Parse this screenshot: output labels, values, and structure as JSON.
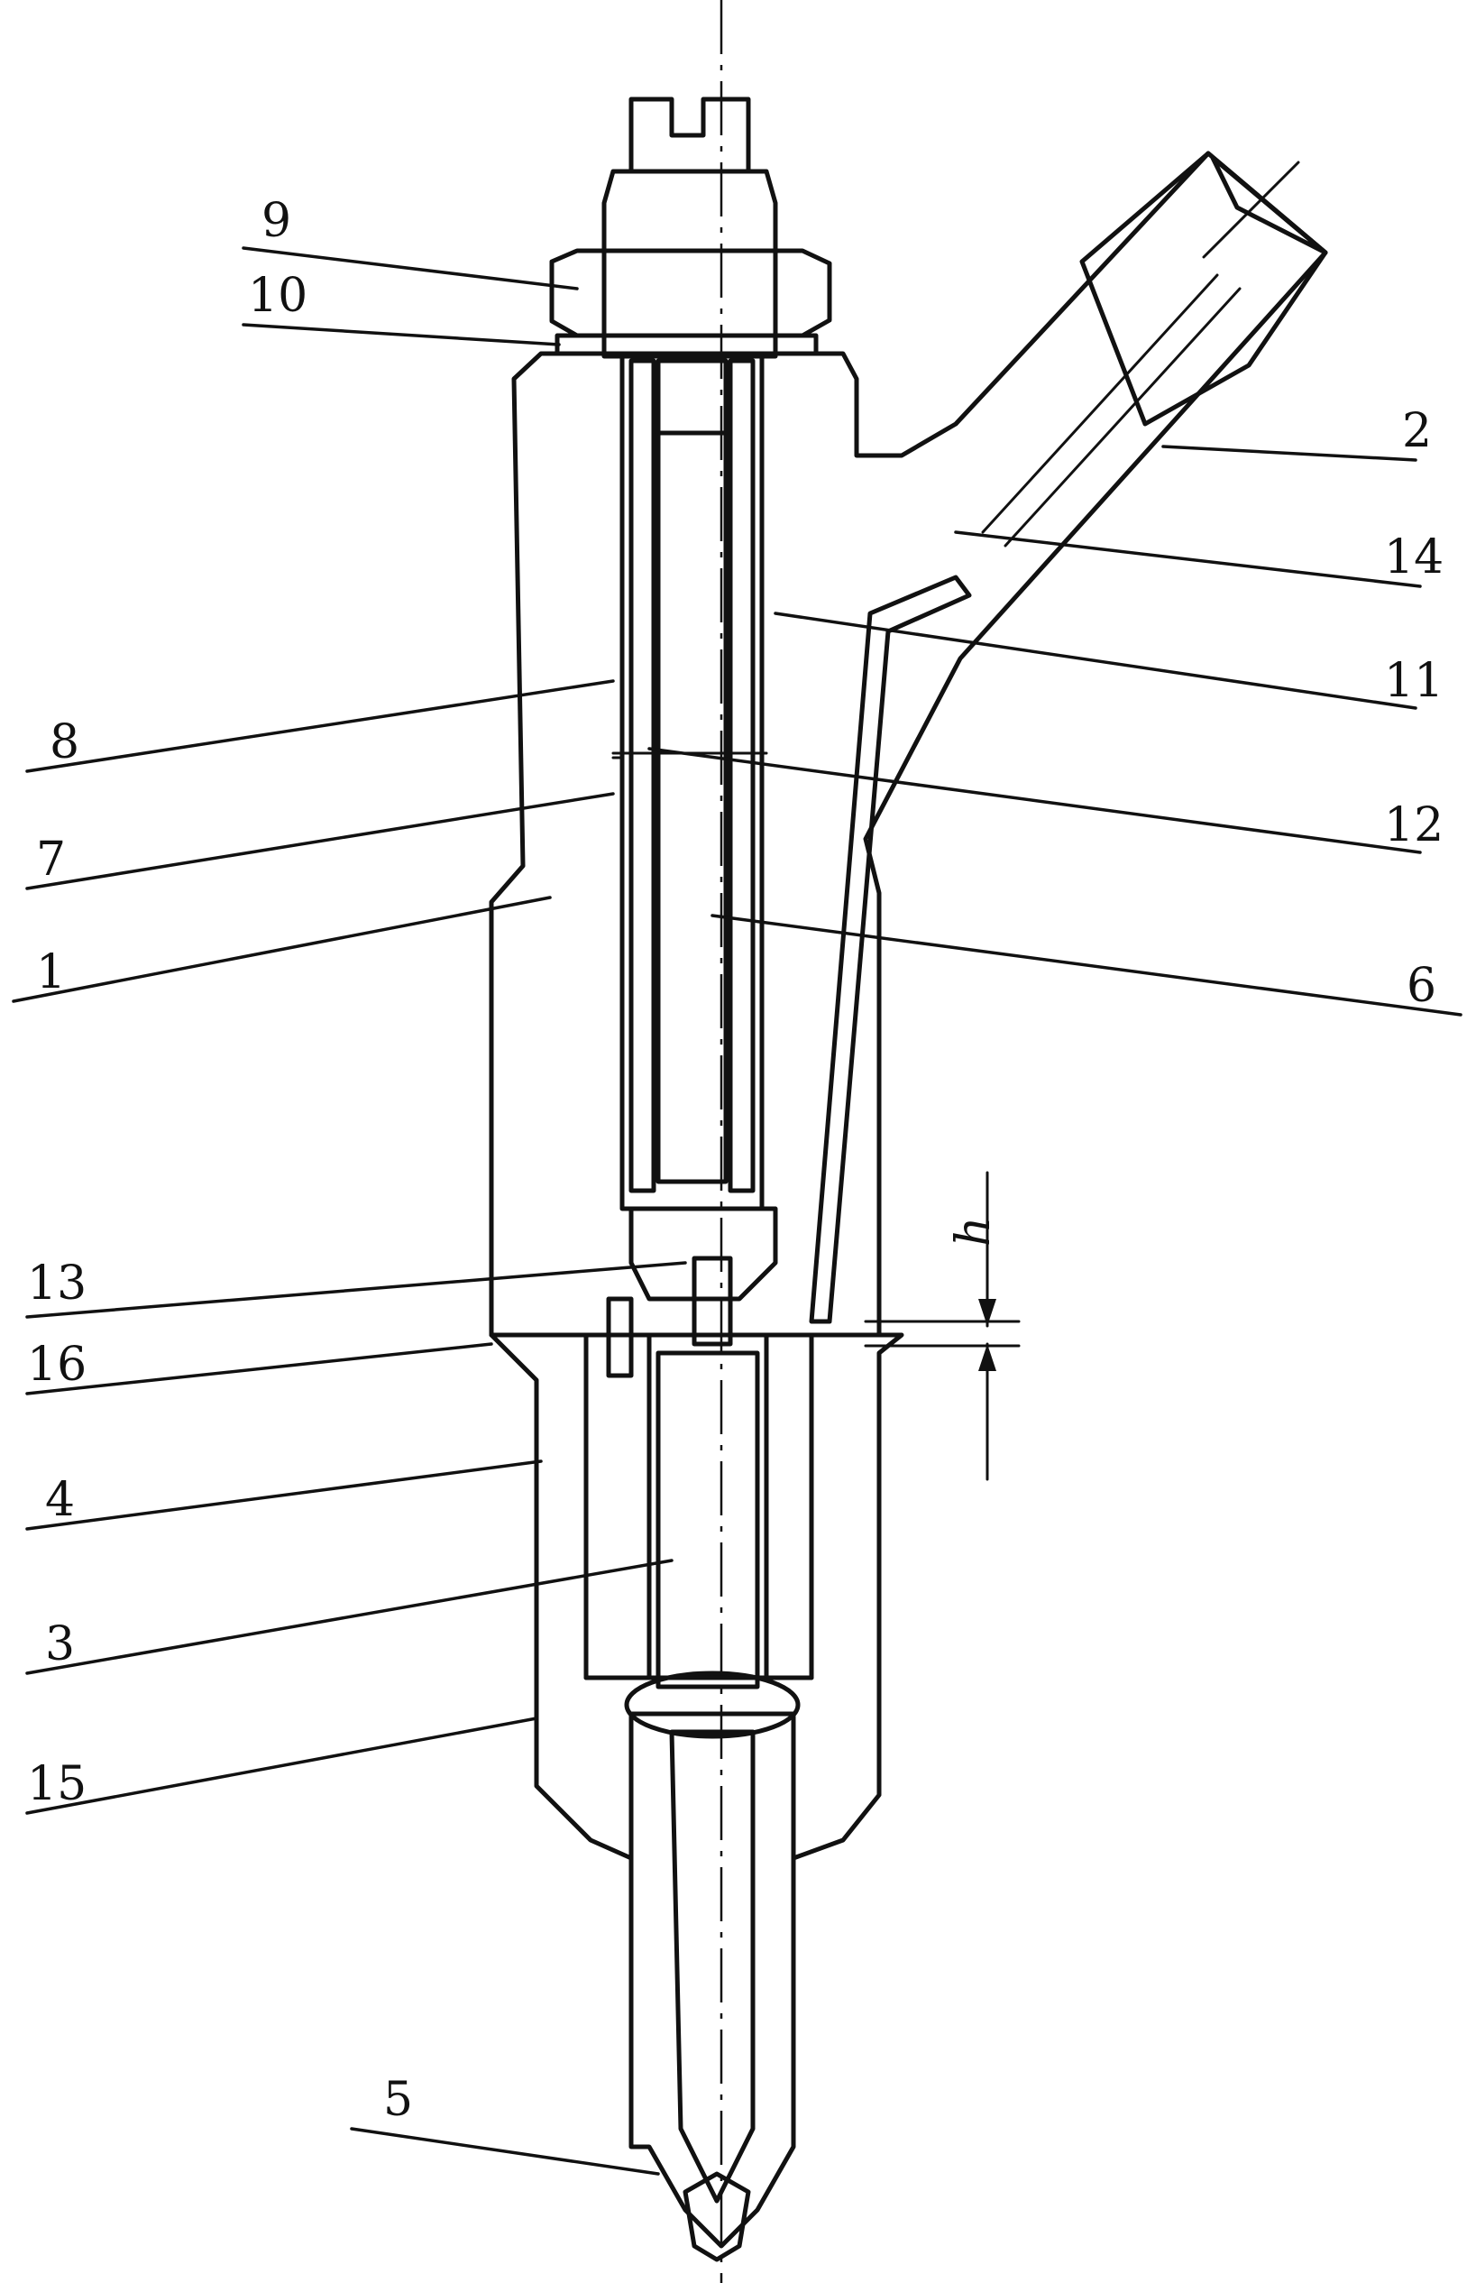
{
  "diagram": {
    "callouts": [
      {
        "id": "c9",
        "text": "9"
      },
      {
        "id": "c10",
        "text": "10"
      },
      {
        "id": "c2",
        "text": "2"
      },
      {
        "id": "c14",
        "text": "14"
      },
      {
        "id": "c11",
        "text": "11"
      },
      {
        "id": "c8",
        "text": "8"
      },
      {
        "id": "c12",
        "text": "12"
      },
      {
        "id": "c7",
        "text": "7"
      },
      {
        "id": "c1",
        "text": "1"
      },
      {
        "id": "c6",
        "text": "6"
      },
      {
        "id": "c13",
        "text": "13"
      },
      {
        "id": "c16",
        "text": "16"
      },
      {
        "id": "c4",
        "text": "4"
      },
      {
        "id": "c3",
        "text": "3"
      },
      {
        "id": "c15",
        "text": "15"
      },
      {
        "id": "c5",
        "text": "5"
      }
    ],
    "dimension": {
      "text": "h"
    }
  }
}
